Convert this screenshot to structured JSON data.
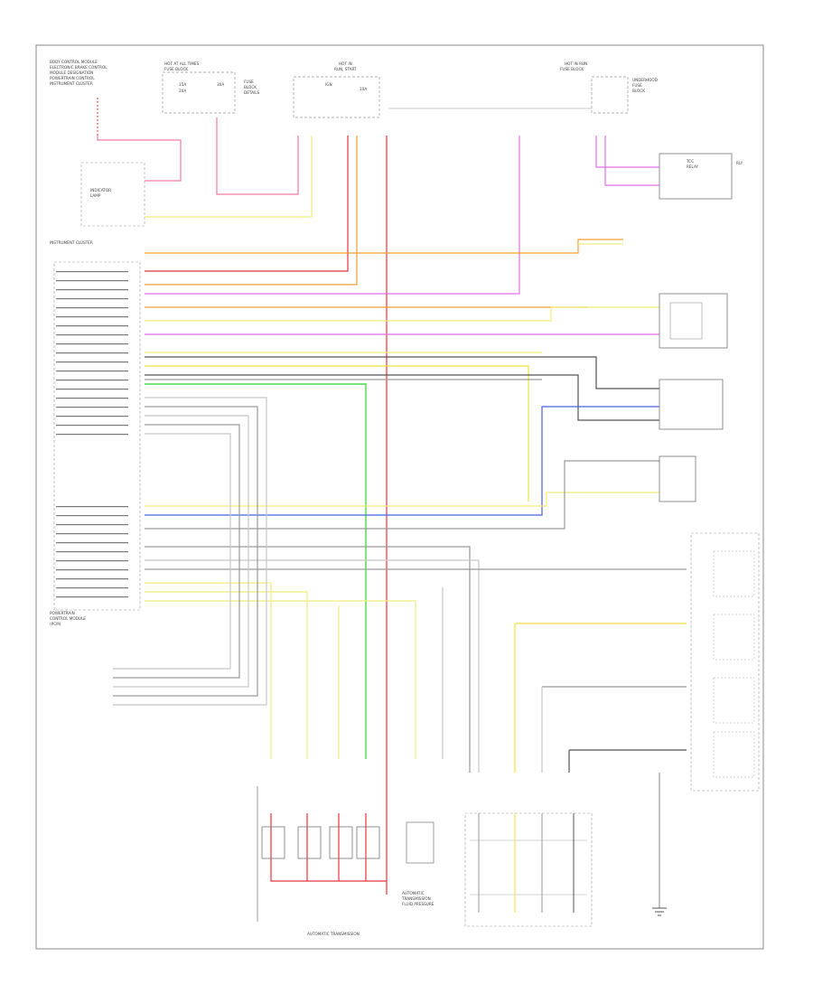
{
  "diagram": {
    "footer_code": "",
    "wire_colors": {
      "red": "#e8323c",
      "pink": "#f07aa0",
      "orange": "#f0a030",
      "yellow": "#f2e23a",
      "light_yellow": "#f4ec7c",
      "magenta": "#e46ee8",
      "green": "#2fd02f",
      "blue": "#4a62e8",
      "dark_gray": "#555555",
      "gray": "#9a9a9a",
      "light_gray": "#c8c8c8",
      "black": "#222222"
    },
    "components": [
      {
        "id": "module_top_left",
        "label": ""
      },
      {
        "id": "fuse_block_left",
        "label": ""
      },
      {
        "id": "ignition_switch",
        "label": ""
      },
      {
        "id": "fuse_block_right",
        "label": ""
      },
      {
        "id": "relay_right_top",
        "label": ""
      },
      {
        "id": "instrument_cluster",
        "label": ""
      },
      {
        "id": "sensor_right_1",
        "label": ""
      },
      {
        "id": "sensor_right_2",
        "label": ""
      },
      {
        "id": "sensor_right_3",
        "label": ""
      },
      {
        "id": "switch_assembly",
        "label": ""
      },
      {
        "id": "pcm",
        "label": ""
      },
      {
        "id": "solenoids",
        "label": ""
      },
      {
        "id": "pressure_switch",
        "label": ""
      },
      {
        "id": "ground",
        "label": ""
      }
    ]
  }
}
